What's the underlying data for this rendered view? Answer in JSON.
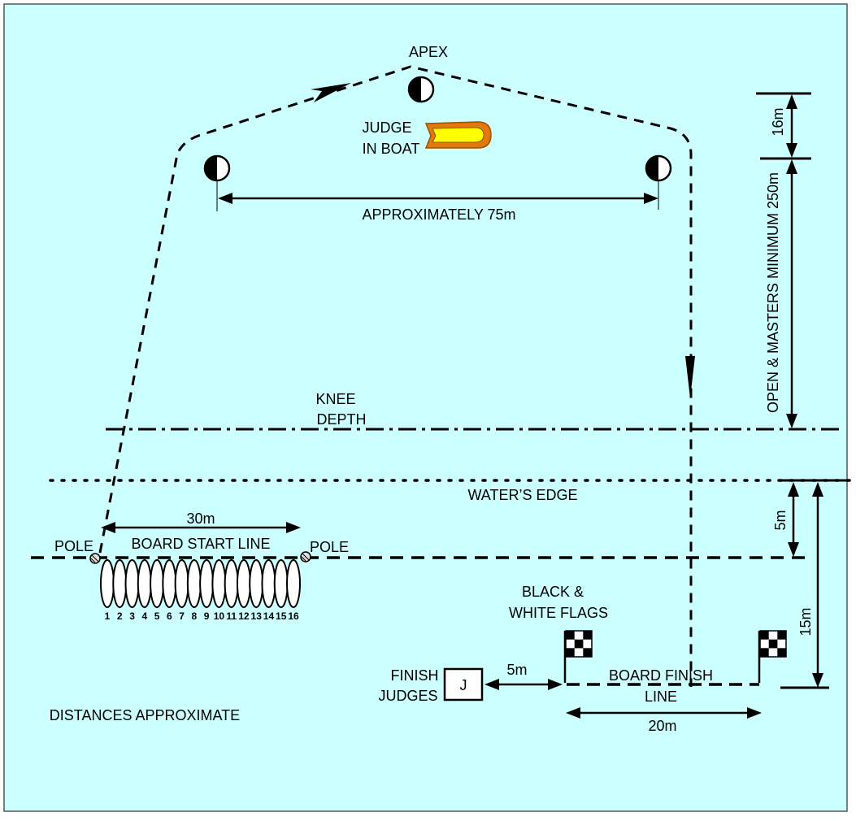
{
  "labels": {
    "apex": "APEX",
    "judge_boat_line1": "JUDGE",
    "judge_boat_line2": "IN BOAT",
    "approx_75m": "APPROXIMATELY  75m",
    "dim_16m": "16m",
    "open_masters": "OPEN & MASTERS MINIMUM 250m",
    "knee_depth_line1": "KNEE",
    "knee_depth_line2": "DEPTH",
    "waters_edge": "WATER’S EDGE",
    "dim_30m": "30m",
    "board_start_line": "BOARD START LINE",
    "pole_left": "POLE",
    "pole_right": "POLE",
    "dim_5m_side": "5m",
    "dim_15m": "15m",
    "flags_line1": "BLACK &",
    "flags_line2": "WHITE FLAGS",
    "finish_judges_line1": "FINISH",
    "finish_judges_line2": "JUDGES",
    "judge_box_letter": "J",
    "dim_5m": "5m",
    "board_finish_line1": "BOARD FINISH",
    "board_finish_line2": "LINE",
    "dim_20m": "20m",
    "distances_note": "DISTANCES APPROXIMATE"
  },
  "board_numbers": [
    "1",
    "2",
    "3",
    "4",
    "5",
    "6",
    "7",
    "8",
    "9",
    "10",
    "11",
    "12",
    "13",
    "14",
    "15",
    "16"
  ],
  "colors": {
    "water": "#ccffff",
    "line": "#000000",
    "boat_fill": "#ffff00",
    "boat_outline": "#cc6600"
  }
}
